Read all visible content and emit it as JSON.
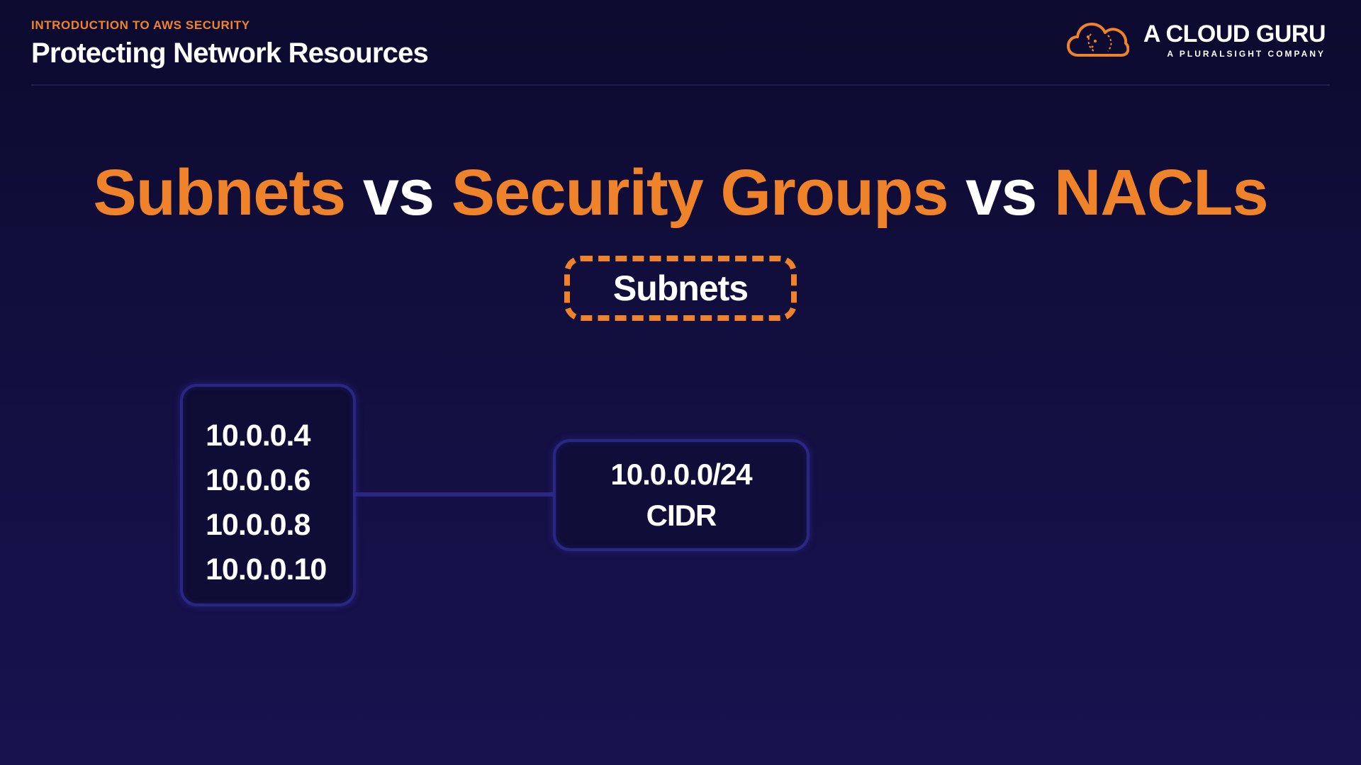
{
  "header": {
    "eyebrow": "INTRODUCTION TO AWS SECURITY",
    "title": "Protecting Network Resources"
  },
  "logo": {
    "name": "A CLOUD GURU",
    "tagline": "A PLURALSIGHT COMPANY",
    "icon": "cloud-icon"
  },
  "main_title": {
    "part1": "Subnets",
    "vs1": "vs",
    "part2": "Security Groups",
    "vs2": "vs",
    "part3": "NACLs"
  },
  "badge": {
    "label": "Subnets"
  },
  "ip_addresses": [
    "10.0.0.4",
    "10.0.0.6",
    "10.0.0.8",
    "10.0.0.10"
  ],
  "cidr": {
    "range": "10.0.0.0/24",
    "label": "CIDR"
  },
  "colors": {
    "accent": "#f0832a",
    "background": "#120f3f",
    "box_border": "#2a2784",
    "text": "#ffffff"
  }
}
